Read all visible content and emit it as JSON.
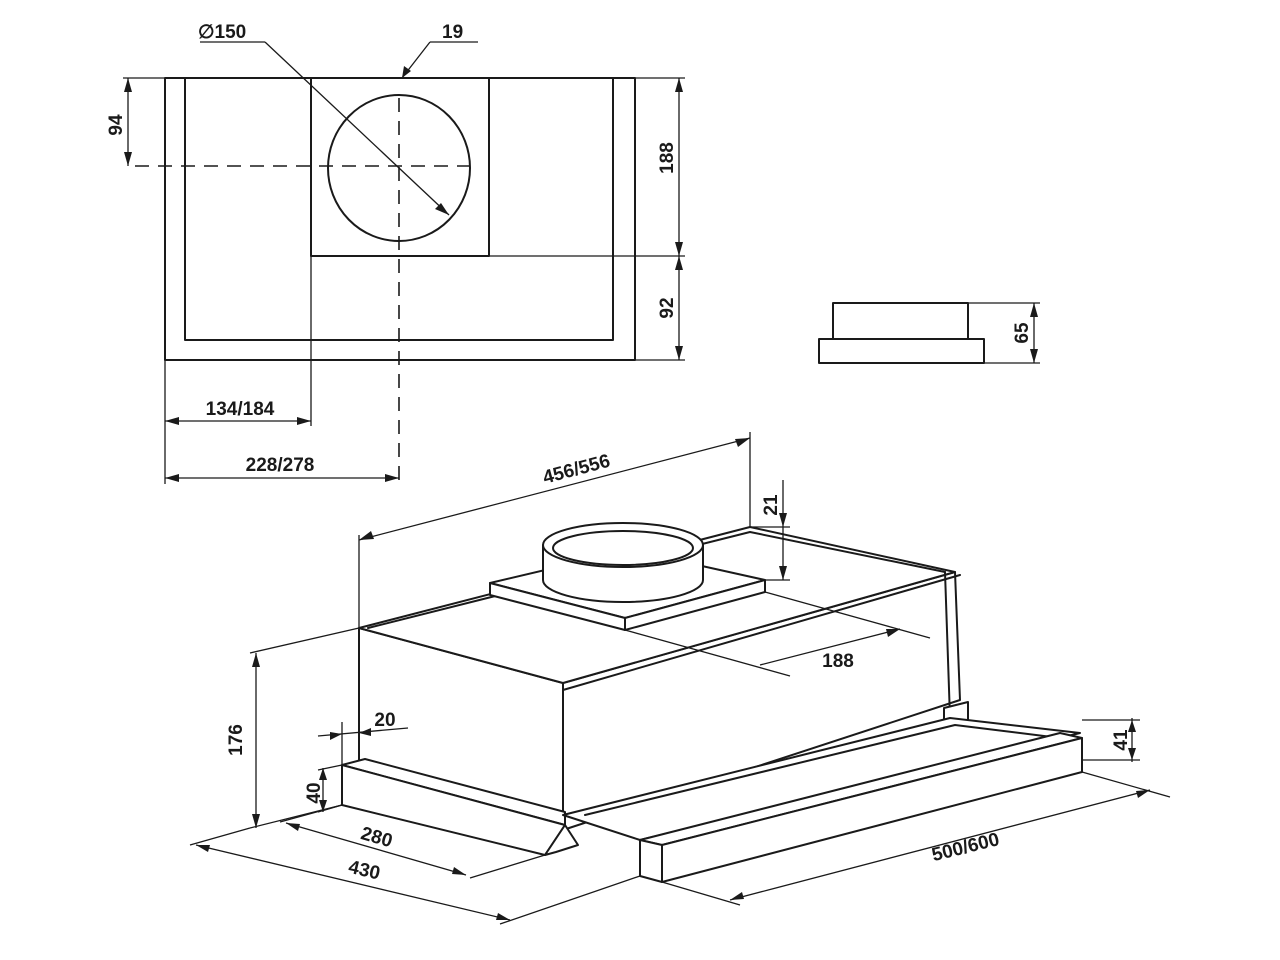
{
  "dimensions": {
    "duct_diameter": "∅150",
    "top_offset": "19",
    "left_depth": "94",
    "right_top_depth": "188",
    "right_bottom_depth": "92",
    "width_to_flange": "134/184",
    "width_to_center": "228/278",
    "visor_height": "65",
    "overall_width": "456/556",
    "collar_height": "21",
    "flange_depth": "188",
    "body_height": "176",
    "side_offset": "20",
    "base_height": "40",
    "front_height": "41",
    "depth_inner": "280",
    "depth_outer": "430",
    "panel_width": "500/600"
  }
}
